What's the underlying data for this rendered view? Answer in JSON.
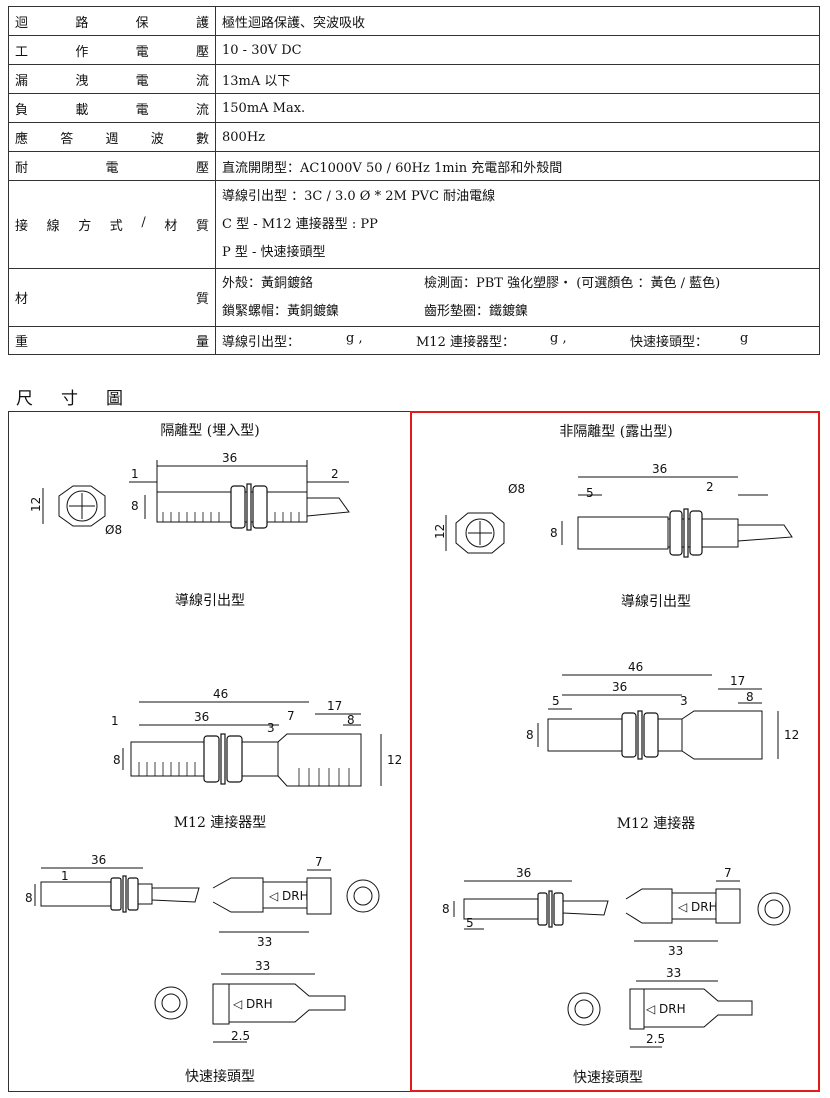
{
  "spec_rows": [
    {
      "label": "迴路保護",
      "value": "極性迴路保護、突波吸收"
    },
    {
      "label": "工作電壓",
      "value": "10 - 30V DC"
    },
    {
      "label": "漏洩電流",
      "value": "13mA 以下"
    },
    {
      "label": "負載電流",
      "value": "150mA Max."
    },
    {
      "label": "應答週波數",
      "value": "800Hz"
    },
    {
      "label": "耐電壓",
      "value": "直流開閉型：AC1000V    50 / 60Hz     1min    充電部和外殼間"
    }
  ],
  "wiring": {
    "label": "接線方式/材質",
    "lines": [
      "導線引出型 ：3C / 3.0 Ø * 2M PVC  耐油電線",
      "C 型  - M12 連接器型  : PP",
      "P 型  -  快速接頭型"
    ]
  },
  "material": {
    "label": "材質",
    "lines": [
      [
        "外殼：黃銅鍍鉻",
        "檢測面：PBT  強化塑膠‧  (可選顏色 ：黃色  /  藍色)"
      ],
      [
        "鎖緊螺帽：黃銅鍍鎳",
        "齒形墊圈：鐵鍍鎳"
      ]
    ]
  },
  "weight": {
    "label": "重量",
    "items": [
      "導線引出型：",
      "g  ,",
      "M12 連接器型：",
      "g  ,",
      "快速接頭型：",
      "g"
    ]
  },
  "section_title": "尺寸圖",
  "left_panel": {
    "heading": "隔離型 (埋入型)",
    "captions": [
      "導線引出型",
      "M12 連接器型",
      "快速接頭型"
    ]
  },
  "right_panel": {
    "heading": "非隔離型 (露出型)",
    "captions": [
      "導線引出型",
      "M12 連接器",
      "快速接頭型"
    ]
  },
  "dims": {
    "d36": "36",
    "d46": "46",
    "d1": "1",
    "d2": "2",
    "d3": "3",
    "d5": "5",
    "d7": "7",
    "d8": "8",
    "d12": "12",
    "d17": "17",
    "d33": "33",
    "d25": "2.5",
    "phi8": "Ø8",
    "drh": "◁ DRH"
  },
  "colors": {
    "highlight": "#e21b1b",
    "line": "#111111"
  }
}
